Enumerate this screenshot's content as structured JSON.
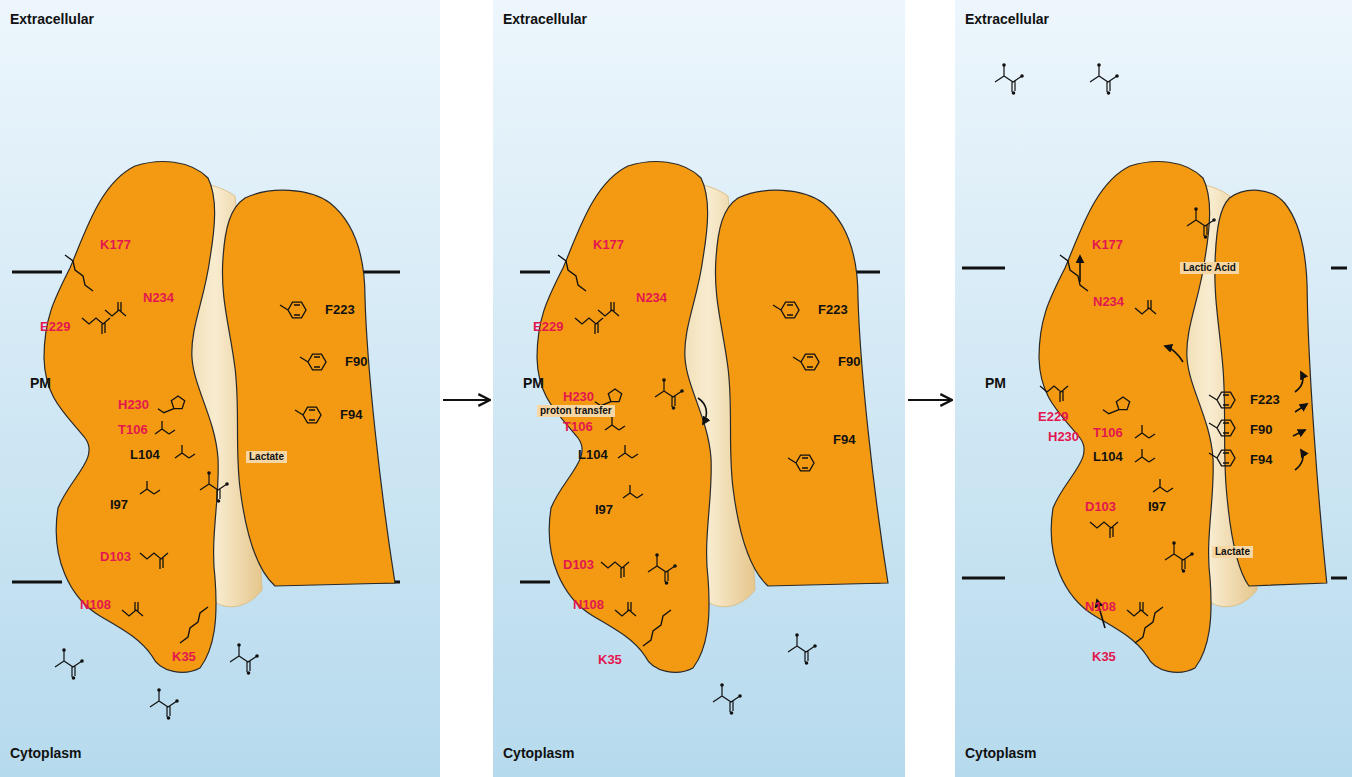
{
  "diagram": {
    "nodes": [
      {
        "text": [
          "Extracellular",
          "PM",
          "Cytoplasm"
        ]
      },
      {
        "text": [
          "K177",
          "N234",
          "E229",
          "H230",
          "T106",
          "L104",
          "I97",
          "D103",
          "N108",
          "K35"
        ],
        "in": 0
      },
      {
        "text": [
          "F223",
          "F90",
          "F94"
        ],
        "in": 0
      },
      {
        "text": [
          "Extracellular",
          "PM",
          "Cytoplasm"
        ]
      },
      {
        "text": [
          "K177",
          "N234",
          "E229",
          "H230",
          "T106",
          "L104",
          "I97",
          "D103",
          "N108",
          "K35"
        ],
        "in": 3
      },
      {
        "text": [
          "F223",
          "F90",
          "F94"
        ],
        "in": 3
      },
      {
        "text": [
          "Extracellular",
          "PM",
          "Cytoplasm"
        ]
      },
      {
        "text": [
          "K177",
          "N234",
          "E229",
          "H230",
          "T106",
          "L104",
          "D103",
          "I97",
          "N108",
          "K35"
        ],
        "in": 6
      },
      {
        "text": [
          "F223",
          "F90",
          "F94"
        ],
        "in": 6
      }
    ],
    "edges": [
      {
        "from": 0,
        "to": 3,
        "arrow": "to"
      },
      {
        "from": 3,
        "to": 6,
        "arrow": "to"
      }
    ],
    "labels": [
      "Lactate",
      "proton transfer",
      "Lactic Acid",
      "Lactate"
    ]
  }
}
